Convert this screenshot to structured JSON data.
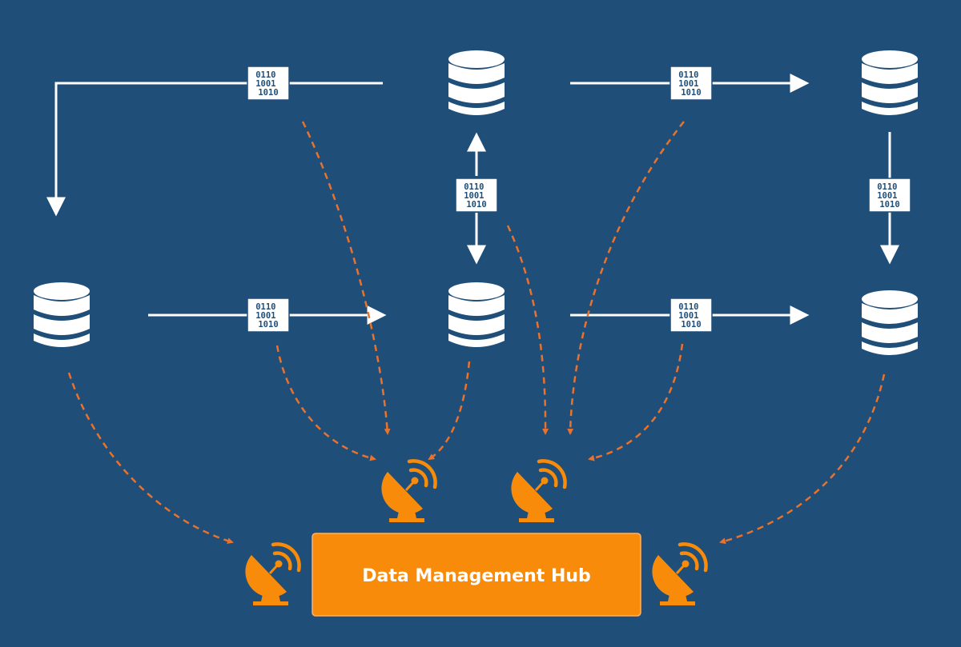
{
  "hub": {
    "label": "Data Management Hub"
  },
  "binary_lines": [
    "0110",
    "1001",
    "1010"
  ],
  "icons": {
    "database": "database-icon",
    "binary": "binary-data-icon",
    "antenna": "satellite-dish-icon"
  },
  "colors": {
    "background": "#1f4e79",
    "flow_arrow": "#ffffff",
    "signal_arrow": "#e9722c",
    "accent": "#f98b0b",
    "hub_text": "#ffffff",
    "binary_text": "#1f4e79"
  }
}
